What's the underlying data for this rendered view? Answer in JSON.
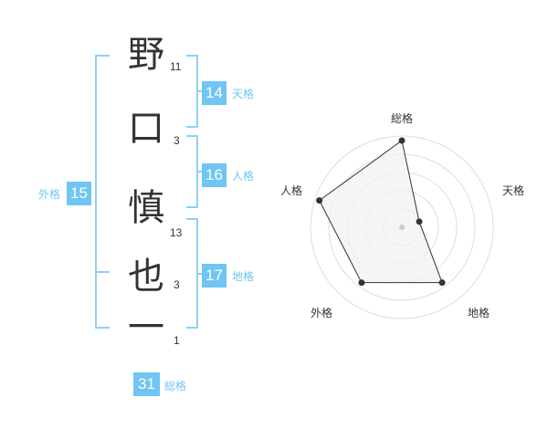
{
  "name": {
    "characters": [
      {
        "char": "野",
        "strokes": "11"
      },
      {
        "char": "口",
        "strokes": "3"
      },
      {
        "char": "慎",
        "strokes": "13"
      },
      {
        "char": "也",
        "strokes": "3"
      },
      {
        "char": "一",
        "strokes": "1"
      }
    ]
  },
  "fortune": {
    "tenkaku": {
      "value": "14",
      "label": "天格"
    },
    "jinkaku": {
      "value": "16",
      "label": "人格"
    },
    "chikaku": {
      "value": "17",
      "label": "地格"
    },
    "gaikaku": {
      "value": "15",
      "label": "外格"
    },
    "soukaku": {
      "value": "31",
      "label": "総格"
    }
  },
  "chart_data": {
    "type": "radar",
    "axes": [
      "総格",
      "天格",
      "地格",
      "外格",
      "人格"
    ],
    "values": [
      0.95,
      0.2,
      0.75,
      0.75,
      0.95
    ],
    "max": 1,
    "rings": 5,
    "colors": {
      "fill": "#f2f2f2",
      "stroke": "#333333",
      "ring": "#dddddd",
      "center": "#cccccc",
      "accent": "#6fc6f3"
    }
  }
}
